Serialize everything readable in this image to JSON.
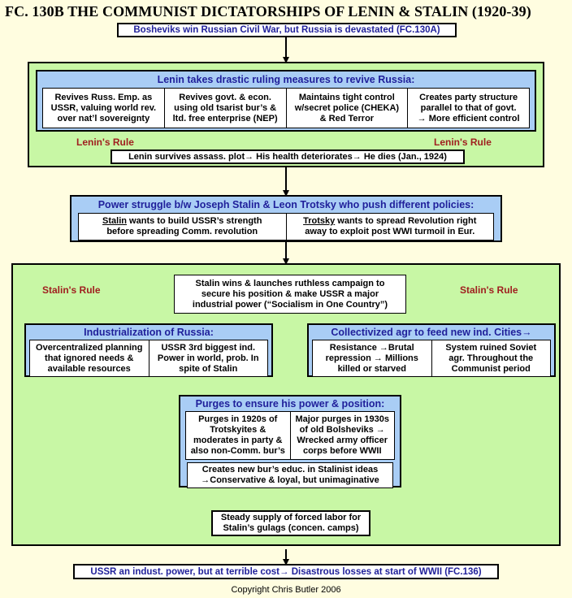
{
  "title": "FC. 130B THE COMMUNIST DICTATORSHIPS OF LENIN & STALIN (1920-39)",
  "top_box": "Bosheviks win Russian Civil War, but Russia is devastated (FC.130A)",
  "lenin": {
    "header": "Lenin takes drastic ruling measures to revive Russia:",
    "cells": [
      [
        "Revives Russ. Emp. as",
        "USSR, valuing world rev.",
        "over nat’l sovereignty"
      ],
      [
        "Revives govt. & econ.",
        "using old tsarist bur’s &",
        "ltd. free enterprise (NEP)"
      ],
      [
        "Maintains tight control",
        "w/secret police (CHEKA)",
        "& Red Terror"
      ],
      [
        "Creates party structure",
        "parallel to that of govt.",
        "→ More efficient control"
      ]
    ],
    "rule_left": "Lenin's Rule",
    "rule_right": "Lenin's Rule",
    "survives": "Lenin survives assass. plot→ His health deteriorates→ He dies (Jan., 1924)"
  },
  "power": {
    "header": "Power struggle b/w Joseph Stalin & Leon Trotsky who push different policies:",
    "stalin_name": "Stalin",
    "stalin_rest": " wants to build USSR’s strength",
    "stalin_line2": "before spreading Comm. revolution",
    "trotsky_name": "Trotsky",
    "trotsky_rest": " wants to spread Revolution right",
    "trotsky_line2": "away to exploit post WWI turmoil in Eur."
  },
  "stalin": {
    "rule_left": "Stalin's Rule",
    "rule_right": "Stalin's Rule",
    "wins": [
      "Stalin wins & launches ruthless campaign to",
      "secure his position & make USSR a major",
      "industrial power (“Socialism in One Country”)"
    ],
    "industrial": {
      "header": "Industrialization of Russia:",
      "cells": [
        [
          "Overcentralized planning",
          "that ignored needs &",
          "available resources"
        ],
        [
          "USSR 3rd biggest ind.",
          "Power in world, prob. In",
          "spite of Stalin"
        ]
      ]
    },
    "collective": {
      "header": "Collectivized agr to feed new ind. Cities→",
      "cells": [
        [
          "Resistance →Brutal",
          "repression → Millions",
          "killed or starved"
        ],
        [
          "System ruined Soviet",
          "agr. Throughout the",
          "Communist period"
        ]
      ]
    },
    "purges": {
      "header": "Purges to ensure his power & position:",
      "cells": [
        [
          "Purges in 1920s of",
          "Trotskyites &",
          "moderates in party &",
          "also non-Comm. bur’s"
        ],
        [
          "Major purges in 1930s",
          "of old Bolsheviks →",
          "Wrecked army officer",
          "corps before WWII"
        ]
      ],
      "bottom": [
        "Creates new bur’s educ. in Stalinist ideas",
        "→Conservative & loyal, but unimaginative"
      ]
    },
    "labor": [
      "Steady supply of forced labor for",
      "Stalin’s gulags (concen. camps)"
    ]
  },
  "bottom_box": "USSR an indust. power, but at terrible cost→ Disastrous losses at start of WWII (FC.136)",
  "copyright": "Copyright Chris Butler 2006"
}
